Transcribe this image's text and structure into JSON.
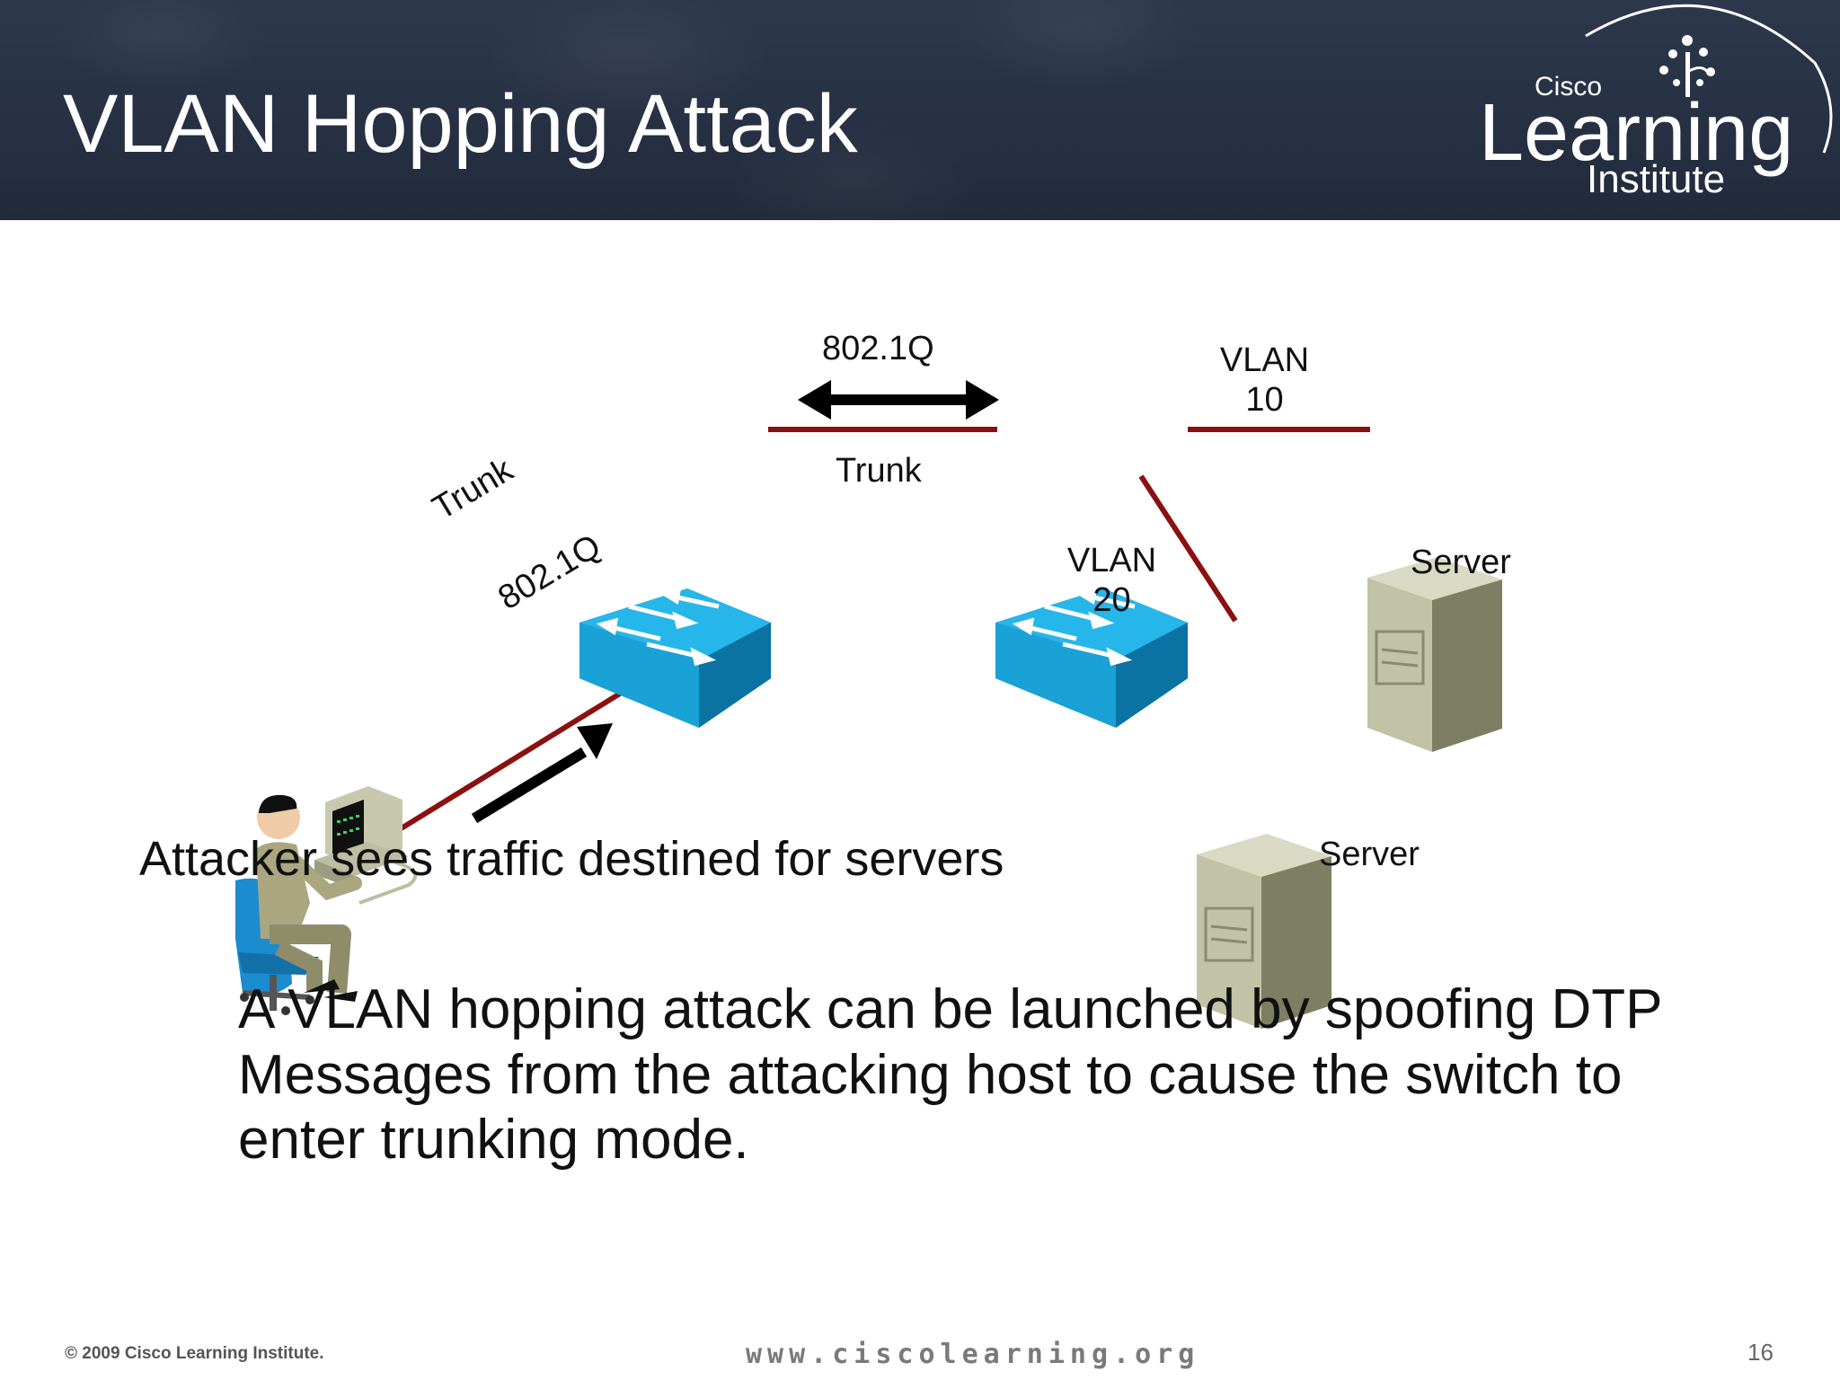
{
  "header": {
    "title": "VLAN Hopping Attack",
    "logo": {
      "line1": "Cisco",
      "line2": "Learning",
      "line3": "Institute"
    }
  },
  "diagram": {
    "labels": {
      "top_link": "802.1Q",
      "top_trunk": "Trunk",
      "left_trunk": "Trunk",
      "left_link": "802.1Q",
      "vlan10_line1": "VLAN",
      "vlan10_line2": "10",
      "vlan20_line1": "VLAN",
      "vlan20_line2": "20",
      "server_right": "Server",
      "server_bottom": "Server"
    },
    "colors": {
      "link": "#8b1010",
      "switch": "#1ba7e0",
      "server": "#c2c2a6",
      "arrow": "#000000"
    },
    "icons": [
      "attacker-icon",
      "switch-icon",
      "server-icon"
    ]
  },
  "caption": "Attacker sees traffic destined for servers",
  "body_text": "A VLAN hopping attack can be launched by spoofing DTP Messages from the attacking host to cause the switch to enter trunking mode.",
  "footer": {
    "copyright": "© 2009 Cisco Learning Institute.",
    "website": "www.ciscolearning.org",
    "page_number": "16"
  }
}
